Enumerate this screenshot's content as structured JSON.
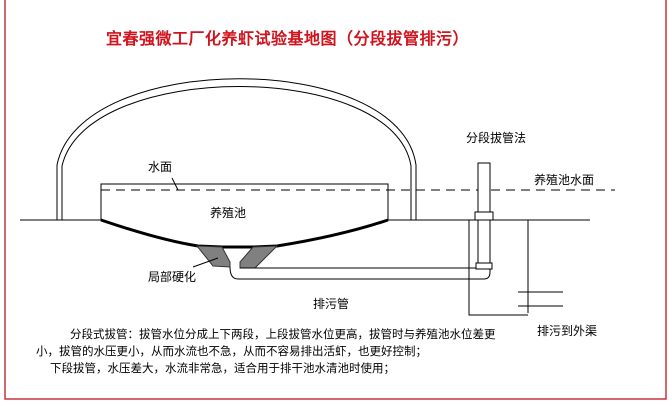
{
  "title": "宜春强微工厂化养虾试验基地图（分段拔管排污）",
  "labels": {
    "method": "分段拔管法",
    "pond_water_surface": "养殖池水面",
    "water_surface": "水面",
    "pond": "养殖池",
    "local_hardening": "局部硬化",
    "drain_pipe": "排污管",
    "drain_outlet": "排污到外渠"
  },
  "description": [
    "分段式拔管：拔管水位分成上下两段，上段拔管水位更高，拔管时与养殖池水位差更",
    "小，拔管的水压更小，从而水流也不急，从而不容易排出活虾，也更好控制；",
    "下段拔管，水压差大，水流非常急，适合用于排干池水清池时使用；"
  ],
  "colors": {
    "title": "#d0141e",
    "frame": "#c8323c",
    "hardening": "#808080"
  }
}
